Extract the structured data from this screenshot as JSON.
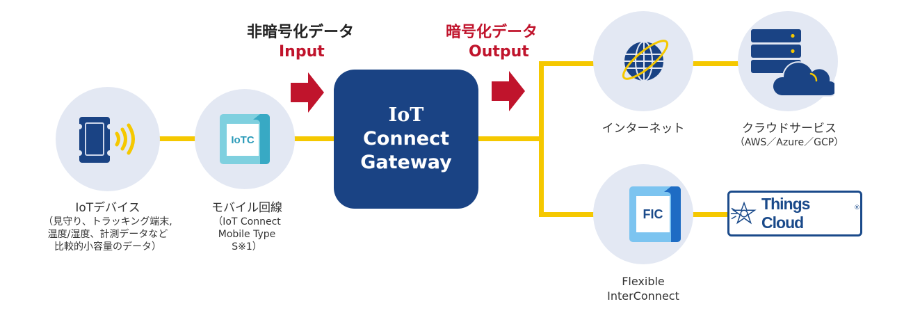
{
  "colors": {
    "navy": "#1a4384",
    "accent_red": "#c0142c",
    "connector_yellow": "#f5c800",
    "circle_bg": "#e3e8f3",
    "text": "#333333"
  },
  "headers": {
    "unencrypted_label": "非暗号化データ",
    "input_label": "Input",
    "encrypted_label": "暗号化データ",
    "output_label": "Output"
  },
  "gateway": {
    "lines": [
      "IoT",
      "Connect",
      "Gateway"
    ]
  },
  "nodes": {
    "iot_device": {
      "icon": "device-wireless-icon",
      "title": "IoTデバイス",
      "details": [
        "（見守り、トラッキング端末,",
        "温度/湿度、計測データなど",
        "比較的小容量のデータ）"
      ]
    },
    "mobile": {
      "icon": "iotc-icon",
      "icon_text": "IoTC",
      "title": "モバイル回線",
      "details": [
        "（IoT Connect",
        "Mobile Type",
        "S※1）"
      ]
    },
    "internet": {
      "icon": "globe-icon",
      "title": "インターネット"
    },
    "cloud": {
      "icon": "server-cloud-icon",
      "title": "クラウドサービス",
      "details": [
        "（AWS／Azure／GCP）"
      ]
    },
    "fic": {
      "icon": "fic-icon",
      "icon_text": "FIC",
      "details": [
        "Flexible",
        "InterConnect"
      ]
    },
    "things_cloud": {
      "icon": "things-cloud-logo-icon",
      "name": "Things Cloud",
      "mark": "®"
    }
  }
}
